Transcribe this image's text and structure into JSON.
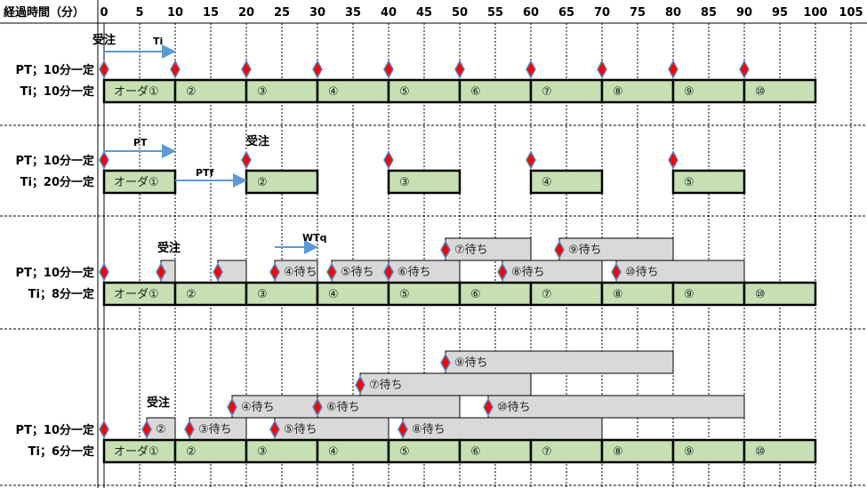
{
  "axis": {
    "title": "経過時間（分）",
    "ticks": [
      0,
      5,
      10,
      15,
      20,
      25,
      30,
      35,
      40,
      45,
      50,
      55,
      60,
      65,
      70,
      75,
      80,
      85,
      90,
      95,
      100,
      105
    ]
  },
  "colors": {
    "process": "#c6e0b4",
    "wait": "#d9d9d9",
    "diamond_fill": "#ff0000",
    "diamond_edge": "#4f81bd",
    "arrow": "#5b9bd5"
  },
  "sections": [
    {
      "labels": [
        "PT；10分一定",
        "Ti；10分一定"
      ],
      "orders": [
        {
          "label": "オーダ①",
          "start": 0,
          "end": 10
        },
        {
          "label": "②",
          "start": 10,
          "end": 20
        },
        {
          "label": "③",
          "start": 20,
          "end": 30
        },
        {
          "label": "④",
          "start": 30,
          "end": 40
        },
        {
          "label": "⑤",
          "start": 40,
          "end": 50
        },
        {
          "label": "⑥",
          "start": 50,
          "end": 60
        },
        {
          "label": "⑦",
          "start": 60,
          "end": 70
        },
        {
          "label": "⑧",
          "start": 70,
          "end": 80
        },
        {
          "label": "⑨",
          "start": 80,
          "end": 90
        },
        {
          "label": "⑩",
          "start": 90,
          "end": 100
        }
      ],
      "diamonds": [
        {
          "t": 0,
          "row": 0
        },
        {
          "t": 10,
          "row": 0
        },
        {
          "t": 20,
          "row": 0
        },
        {
          "t": 30,
          "row": 0
        },
        {
          "t": 40,
          "row": 0
        },
        {
          "t": 50,
          "row": 0
        },
        {
          "t": 60,
          "row": 0
        },
        {
          "t": 70,
          "row": 0
        },
        {
          "t": 80,
          "row": 0
        },
        {
          "t": 90,
          "row": 0
        }
      ],
      "waits": [],
      "annotations": [
        {
          "text": "受注"
        },
        {
          "text": "Ti"
        }
      ],
      "arrows": [
        {
          "from": 0,
          "to": 10
        }
      ]
    },
    {
      "labels": [
        "PT；10分一定",
        "Ti；20分一定"
      ],
      "orders": [
        {
          "label": "オーダ①",
          "start": 0,
          "end": 10
        },
        {
          "label": "②",
          "start": 20,
          "end": 30
        },
        {
          "label": "③",
          "start": 40,
          "end": 50
        },
        {
          "label": "④",
          "start": 60,
          "end": 70
        },
        {
          "label": "⑤",
          "start": 80,
          "end": 90
        }
      ],
      "diamonds": [
        {
          "t": 0,
          "row": 0
        },
        {
          "t": 20,
          "row": 0
        },
        {
          "t": 40,
          "row": 0
        },
        {
          "t": 60,
          "row": 0
        },
        {
          "t": 80,
          "row": 0
        }
      ],
      "waits": [],
      "annotations": [
        {
          "text": "PT"
        },
        {
          "text": "受注"
        },
        {
          "text": "PTf"
        }
      ],
      "arrows": [
        {
          "from": 0,
          "to": 10
        },
        {
          "from": 10,
          "to": 20
        }
      ]
    },
    {
      "labels": [
        "PT；10分一定",
        "Ti；8分一定"
      ],
      "orders": [
        {
          "label": "オーダ①",
          "start": 0,
          "end": 10
        },
        {
          "label": "②",
          "start": 10,
          "end": 20
        },
        {
          "label": "③",
          "start": 20,
          "end": 30
        },
        {
          "label": "④",
          "start": 30,
          "end": 40
        },
        {
          "label": "⑤",
          "start": 40,
          "end": 50
        },
        {
          "label": "⑥",
          "start": 50,
          "end": 60
        },
        {
          "label": "⑦",
          "start": 60,
          "end": 70
        },
        {
          "label": "⑧",
          "start": 70,
          "end": 80
        },
        {
          "label": "⑨",
          "start": 80,
          "end": 90
        },
        {
          "label": "⑩",
          "start": 90,
          "end": 100
        }
      ],
      "diamonds": [
        {
          "t": 0,
          "row": 0
        },
        {
          "t": 8,
          "row": 0
        },
        {
          "t": 16,
          "row": 0
        },
        {
          "t": 24,
          "row": 0
        },
        {
          "t": 32,
          "row": 0
        },
        {
          "t": 40,
          "row": 0
        },
        {
          "t": 48,
          "row": 1
        },
        {
          "t": 56,
          "row": 0
        },
        {
          "t": 64,
          "row": 1
        },
        {
          "t": 72,
          "row": 0
        }
      ],
      "waits": [
        {
          "label": "",
          "arrive": 8,
          "start": 10,
          "row": 0
        },
        {
          "label": "",
          "arrive": 16,
          "start": 20,
          "row": 0
        },
        {
          "label": "④待ち",
          "arrive": 24,
          "start": 30,
          "row": 0
        },
        {
          "label": "⑤待ち",
          "arrive": 32,
          "start": 40,
          "row": 0
        },
        {
          "label": "⑥待ち",
          "arrive": 40,
          "start": 50,
          "row": 0
        },
        {
          "label": "⑦待ち",
          "arrive": 48,
          "start": 60,
          "row": 1
        },
        {
          "label": "⑧待ち",
          "arrive": 56,
          "start": 70,
          "row": 0
        },
        {
          "label": "⑨待ち",
          "arrive": 64,
          "start": 80,
          "row": 1
        },
        {
          "label": "⑩待ち",
          "arrive": 72,
          "start": 90,
          "row": 0
        }
      ],
      "annotations": [
        {
          "text": "受注"
        },
        {
          "text": "WTq"
        }
      ],
      "arrows": [
        {
          "from": 24,
          "to": 30
        }
      ]
    },
    {
      "labels": [
        "PT；10分一定",
        "Ti；6分一定"
      ],
      "orders": [
        {
          "label": "オーダ①",
          "start": 0,
          "end": 10
        },
        {
          "label": "②",
          "start": 10,
          "end": 20
        },
        {
          "label": "③",
          "start": 20,
          "end": 30
        },
        {
          "label": "④",
          "start": 30,
          "end": 40
        },
        {
          "label": "⑤",
          "start": 40,
          "end": 50
        },
        {
          "label": "⑥",
          "start": 50,
          "end": 60
        },
        {
          "label": "⑦",
          "start": 60,
          "end": 70
        },
        {
          "label": "⑧",
          "start": 70,
          "end": 80
        },
        {
          "label": "⑨",
          "start": 80,
          "end": 90
        },
        {
          "label": "⑩",
          "start": 90,
          "end": 100
        }
      ],
      "diamonds": [
        {
          "t": 0,
          "row": 0
        },
        {
          "t": 6,
          "row": 0
        },
        {
          "t": 12,
          "row": 0
        },
        {
          "t": 18,
          "row": 1
        },
        {
          "t": 24,
          "row": 0
        },
        {
          "t": 30,
          "row": 1
        },
        {
          "t": 36,
          "row": 2
        },
        {
          "t": 42,
          "row": 0
        },
        {
          "t": 48,
          "row": 3
        },
        {
          "t": 54,
          "row": 1
        }
      ],
      "waits": [
        {
          "label": "②",
          "arrive": 6,
          "start": 10,
          "row": 0
        },
        {
          "label": "③待ち",
          "arrive": 12,
          "start": 20,
          "row": 0
        },
        {
          "label": "④待ち",
          "arrive": 18,
          "start": 30,
          "row": 1
        },
        {
          "label": "⑤待ち",
          "arrive": 24,
          "start": 40,
          "row": 0
        },
        {
          "label": "⑥待ち",
          "arrive": 30,
          "start": 50,
          "row": 1
        },
        {
          "label": "⑦待ち",
          "arrive": 36,
          "start": 60,
          "row": 2
        },
        {
          "label": "⑧待ち",
          "arrive": 42,
          "start": 70,
          "row": 0
        },
        {
          "label": "⑨待ち",
          "arrive": 48,
          "start": 80,
          "row": 3
        },
        {
          "label": "⑩待ち",
          "arrive": 54,
          "start": 90,
          "row": 1
        }
      ],
      "annotations": [
        {
          "text": "受注"
        }
      ],
      "arrows": []
    }
  ]
}
